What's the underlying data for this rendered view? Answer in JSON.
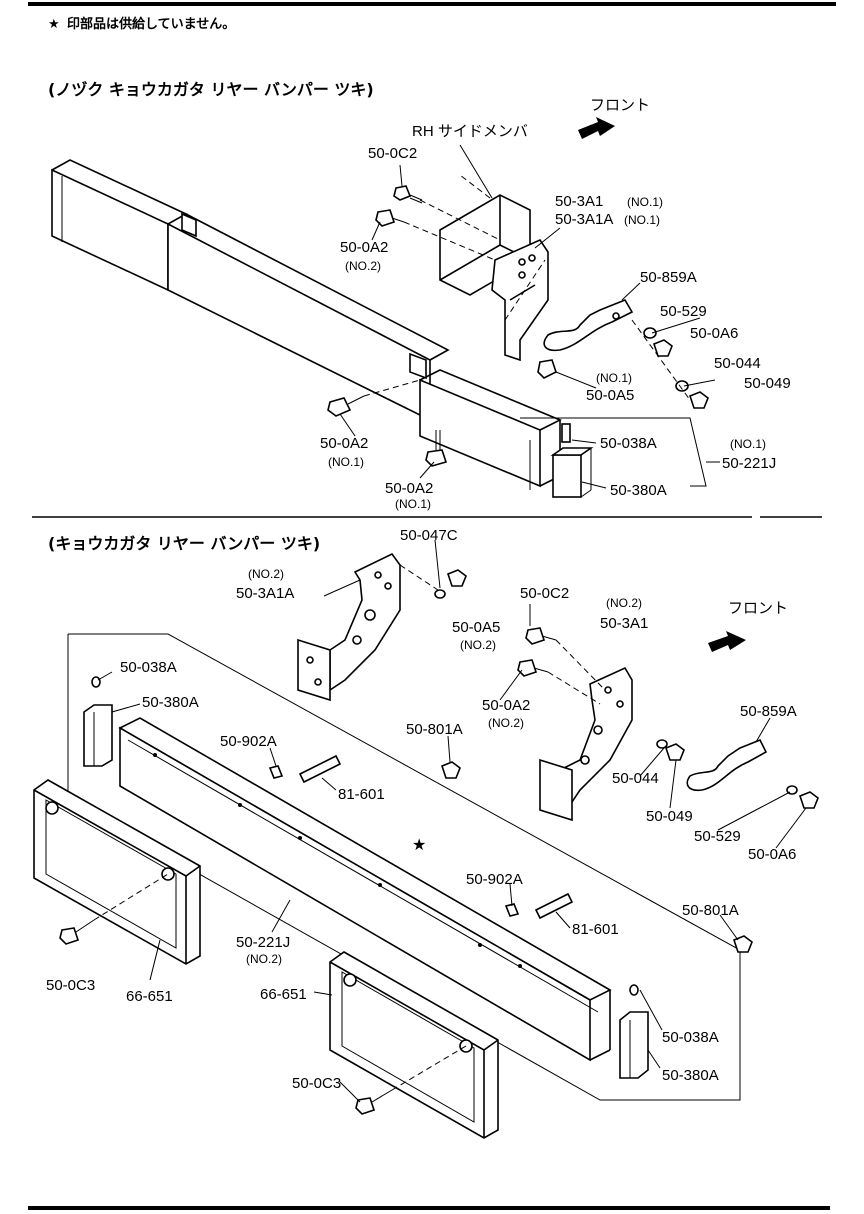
{
  "note": {
    "star": "★",
    "text": "印部品は供給していません。"
  },
  "section1": {
    "title": "(ノヅク キョウカガタ リヤー バンパー ツキ)",
    "front_label": "フロント",
    "member_label": "RH サイドメンバ",
    "labels": {
      "p0c2": "50-0C2",
      "p3a1": "50-3A1",
      "p3a1_no": "(NO.1)",
      "p3a1a": "50-3A1A",
      "p3a1a_no": "(NO.1)",
      "p0a2_top": "50-0A2",
      "p0a2_top_no": "(NO.2)",
      "p859a": "50-859A",
      "p529": "50-529",
      "p0a6": "50-0A6",
      "p044": "50-044",
      "p049": "50-049",
      "p0a5_no": "(NO.1)",
      "p0a5": "50-0A5",
      "p0a2_mid": "50-0A2",
      "p0a2_mid_no": "(NO.1)",
      "p038a": "50-038A",
      "p221j_no": "(NO.1)",
      "p221j": "50-221J",
      "p0a2_bot": "50-0A2",
      "p0a2_bot_no": "(NO.1)",
      "p380a": "50-380A"
    }
  },
  "section2": {
    "title": "(キョウカガタ リヤー バンパー ツキ)",
    "front_label": "フロント",
    "star": "★",
    "labels": {
      "p047c": "50-047C",
      "p3a1a_no": "(NO.2)",
      "p3a1a": "50-3A1A",
      "p0a5": "50-0A5",
      "p0a5_no": "(NO.2)",
      "p0c2": "50-0C2",
      "p3a1_no": "(NO.2)",
      "p3a1": "50-3A1",
      "p038a_l": "50-038A",
      "p380a_l": "50-380A",
      "p0a2": "50-0A2",
      "p0a2_no": "(NO.2)",
      "p859a": "50-859A",
      "p902a_l": "50-902A",
      "p801a_l": "50-801A",
      "p044": "50-044",
      "p601_l": "81-601",
      "p049": "50-049",
      "p529": "50-529",
      "p0a6": "50-0A6",
      "p902a_r": "50-902A",
      "p801a_r": "50-801A",
      "p601_r": "81-601",
      "p221j": "50-221J",
      "p221j_no": "(NO.2)",
      "p0c3_l": "50-0C3",
      "p651_l": "66-651",
      "p651_r": "66-651",
      "p038a_r": "50-038A",
      "p380a_r": "50-380A",
      "p0c3_r": "50-0C3"
    }
  }
}
